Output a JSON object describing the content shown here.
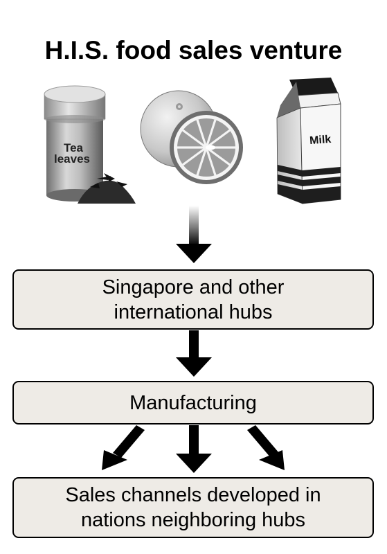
{
  "title": "H.I.S. food sales venture",
  "illustrations": {
    "tea_can_label_line1": "Tea",
    "tea_can_label_line2": "leaves",
    "milk_label": "Milk"
  },
  "boxes": {
    "hubs": {
      "line1": "Singapore and other",
      "line2": "international hubs"
    },
    "manufacturing": {
      "line1": "Manufacturing"
    },
    "sales": {
      "line1": "Sales channels developed in",
      "line2": "nations neighboring hubs"
    }
  },
  "icons": [
    "tea-can-icon",
    "grapefruit-icon",
    "milk-carton-icon",
    "down-arrow-icon"
  ],
  "colors": {
    "box_fill": "#eeebe6",
    "arrow": "#000000",
    "ink": "#000000"
  }
}
